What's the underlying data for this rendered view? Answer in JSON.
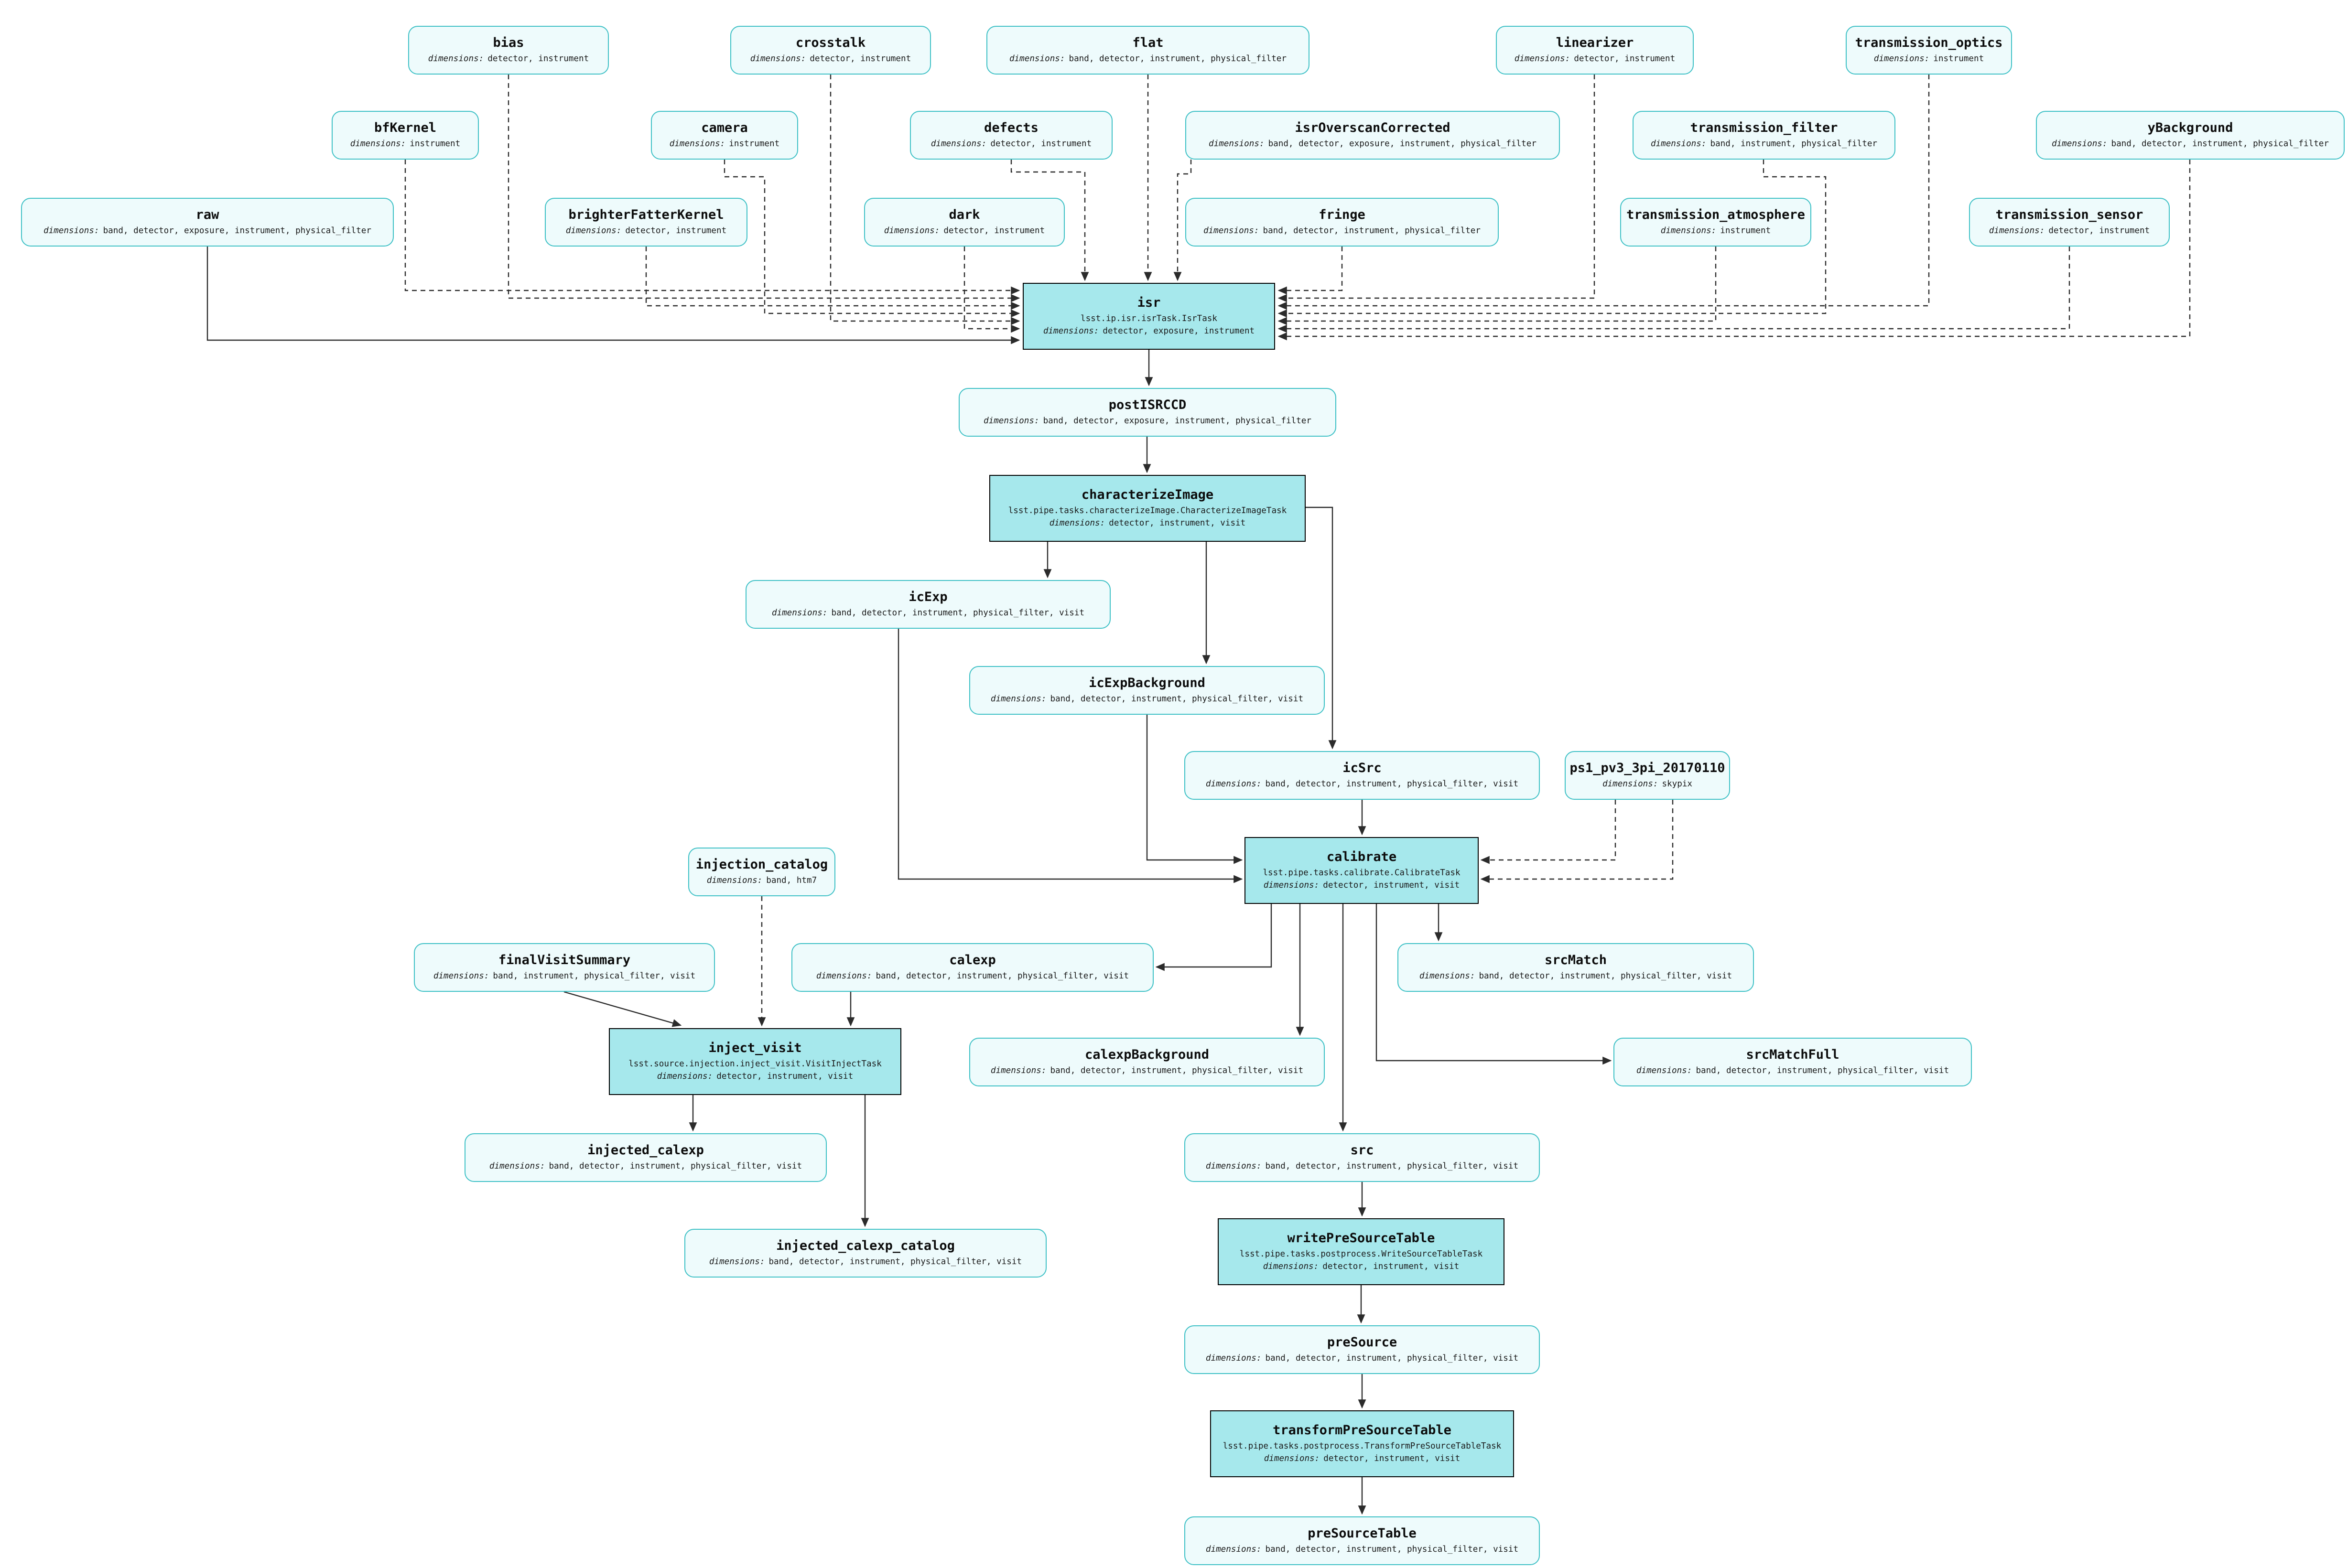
{
  "labels": {
    "dimensions": "dimensions:"
  },
  "colors": {
    "dataset_border": "#3fc1c6",
    "dataset_fill": "#eefbfc",
    "task_fill": "#a6e8ec",
    "task_border": "#000000",
    "edge": "#2b2b2b"
  },
  "nodes": {
    "bias": {
      "title": "bias",
      "dims": "detector, instrument"
    },
    "crosstalk": {
      "title": "crosstalk",
      "dims": "detector, instrument"
    },
    "flat": {
      "title": "flat",
      "dims": "band, detector, instrument, physical_filter"
    },
    "linearizer": {
      "title": "linearizer",
      "dims": "detector, instrument"
    },
    "transmission_optics": {
      "title": "transmission_optics",
      "dims": "instrument"
    },
    "bfKernel": {
      "title": "bfKernel",
      "dims": "instrument"
    },
    "camera": {
      "title": "camera",
      "dims": "instrument"
    },
    "defects": {
      "title": "defects",
      "dims": "detector, instrument"
    },
    "isrOverscanCorrected": {
      "title": "isrOverscanCorrected",
      "dims": "band, detector, exposure, instrument, physical_filter"
    },
    "transmission_filter": {
      "title": "transmission_filter",
      "dims": "band, instrument, physical_filter"
    },
    "yBackground": {
      "title": "yBackground",
      "dims": "band, detector, instrument, physical_filter"
    },
    "raw": {
      "title": "raw",
      "dims": "band, detector, exposure, instrument, physical_filter"
    },
    "brighterFatterKernel": {
      "title": "brighterFatterKernel",
      "dims": "detector, instrument"
    },
    "dark": {
      "title": "dark",
      "dims": "detector, instrument"
    },
    "fringe": {
      "title": "fringe",
      "dims": "band, detector, instrument, physical_filter"
    },
    "transmission_atmosphere": {
      "title": "transmission_atmosphere",
      "dims": "instrument"
    },
    "transmission_sensor": {
      "title": "transmission_sensor",
      "dims": "detector, instrument"
    },
    "isr": {
      "title": "isr",
      "task": "lsst.ip.isr.isrTask.IsrTask",
      "dims": "detector, exposure, instrument"
    },
    "postISRCCD": {
      "title": "postISRCCD",
      "dims": "band, detector, exposure, instrument, physical_filter"
    },
    "characterizeImage": {
      "title": "characterizeImage",
      "task": "lsst.pipe.tasks.characterizeImage.CharacterizeImageTask",
      "dims": "detector, instrument, visit"
    },
    "icExp": {
      "title": "icExp",
      "dims": "band, detector, instrument, physical_filter, visit"
    },
    "icExpBackground": {
      "title": "icExpBackground",
      "dims": "band, detector, instrument, physical_filter, visit"
    },
    "icSrc": {
      "title": "icSrc",
      "dims": "band, detector, instrument, physical_filter, visit"
    },
    "ps1_pv3_3pi_20170110": {
      "title": "ps1_pv3_3pi_20170110",
      "dims": "skypix"
    },
    "calibrate": {
      "title": "calibrate",
      "task": "lsst.pipe.tasks.calibrate.CalibrateTask",
      "dims": "detector, instrument, visit"
    },
    "injection_catalog": {
      "title": "injection_catalog",
      "dims": "band, htm7"
    },
    "finalVisitSummary": {
      "title": "finalVisitSummary",
      "dims": "band, instrument, physical_filter, visit"
    },
    "calexp": {
      "title": "calexp",
      "dims": "band, detector, instrument, physical_filter, visit"
    },
    "srcMatch": {
      "title": "srcMatch",
      "dims": "band, detector, instrument, physical_filter, visit"
    },
    "inject_visit": {
      "title": "inject_visit",
      "task": "lsst.source.injection.inject_visit.VisitInjectTask",
      "dims": "detector, instrument, visit"
    },
    "calexpBackground": {
      "title": "calexpBackground",
      "dims": "band, detector, instrument, physical_filter, visit"
    },
    "srcMatchFull": {
      "title": "srcMatchFull",
      "dims": "band, detector, instrument, physical_filter, visit"
    },
    "injected_calexp": {
      "title": "injected_calexp",
      "dims": "band, detector, instrument, physical_filter, visit"
    },
    "src": {
      "title": "src",
      "dims": "band, detector, instrument, physical_filter, visit"
    },
    "injected_calexp_catalog": {
      "title": "injected_calexp_catalog",
      "dims": "band, detector, instrument, physical_filter, visit"
    },
    "writePreSourceTable": {
      "title": "writePreSourceTable",
      "task": "lsst.pipe.tasks.postprocess.WriteSourceTableTask",
      "dims": "detector, instrument, visit"
    },
    "preSource": {
      "title": "preSource",
      "dims": "band, detector, instrument, physical_filter, visit"
    },
    "transformPreSourceTable": {
      "title": "transformPreSourceTable",
      "task": "lsst.pipe.tasks.postprocess.TransformPreSourceTableTask",
      "dims": "detector, instrument, visit"
    },
    "preSourceTable": {
      "title": "preSourceTable",
      "dims": "band, detector, instrument, physical_filter, visit"
    }
  }
}
